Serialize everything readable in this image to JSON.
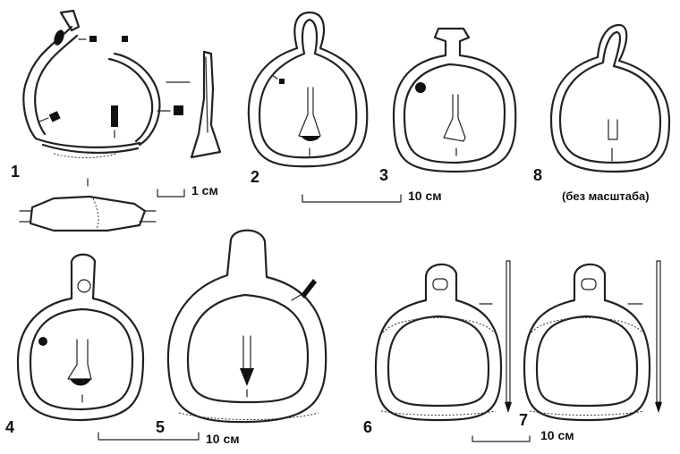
{
  "figures": [
    {
      "number": "1"
    },
    {
      "number": "2"
    },
    {
      "number": "3"
    },
    {
      "number": "4"
    },
    {
      "number": "5"
    },
    {
      "number": "6"
    },
    {
      "number": "7"
    },
    {
      "number": "8",
      "note": "(без масштаба)"
    }
  ],
  "scale_bars": [
    {
      "label": "1 см"
    },
    {
      "label": "10 см"
    },
    {
      "label": "10 см"
    },
    {
      "label": "10 см"
    }
  ],
  "colors": {
    "ink": "#111111",
    "background": "#ffffff"
  }
}
